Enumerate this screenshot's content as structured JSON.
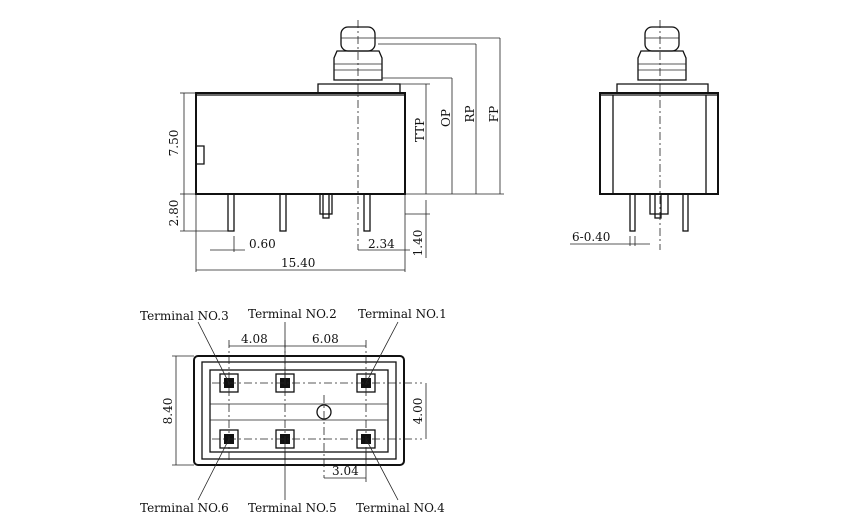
{
  "side_view": {
    "height_body": "7.50",
    "pin_length": "2.80",
    "pin_width": "0.60",
    "pin_offset": "2.34",
    "plunger_pin_offset": "1.40",
    "overall_length": "15.40",
    "ttp": "TTP",
    "op": "OP",
    "rp": "RP",
    "fp": "FP"
  },
  "front_view": {
    "pin_dim": "6-0.40"
  },
  "bottom_view": {
    "width": "8.40",
    "pitch_left": "4.08",
    "pitch_right": "6.08",
    "row_gap": "4.00",
    "center_offset": "3.04",
    "terminals": {
      "t1": "Terminal NO.1",
      "t2": "Terminal NO.2",
      "t3": "Terminal NO.3",
      "t4": "Terminal NO.4",
      "t5": "Terminal NO.5",
      "t6": "Terminal NO.6"
    }
  }
}
